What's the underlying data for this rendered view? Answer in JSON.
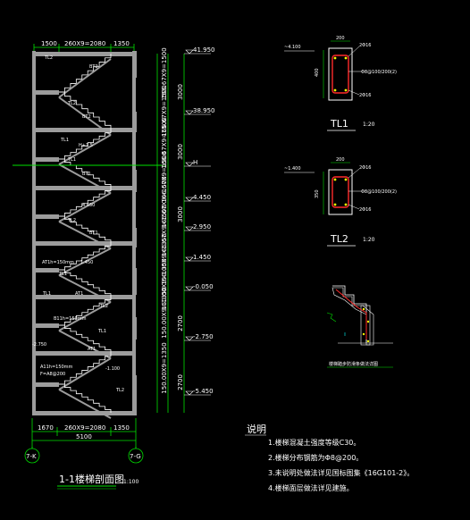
{
  "colors": {
    "background": "#000000",
    "concrete": "#9c9c9c",
    "green": "#00e000",
    "yellow": "#ffff00",
    "red": "#ff2a2a",
    "white": "#ffffff",
    "cyan": "#00ffff"
  },
  "section": {
    "top_dims": [
      "1500",
      "260X9=2080",
      "1350"
    ],
    "bottom_dims": [
      "1670",
      "260X9=2080",
      "1350"
    ],
    "total_dim": "5100",
    "axes": [
      "7-K",
      "7-G"
    ],
    "title": "1-1楼梯剖面图",
    "scale": "1:100",
    "elevations": [
      "41.950",
      "38.950",
      "H",
      "4.450",
      "2.950",
      "1.450",
      "-0.050",
      "-2.750",
      "-5.450"
    ],
    "left_labels": [
      "H+1.5",
      "4.450",
      "1.450",
      "-1.100",
      "-2.750"
    ],
    "right_dims": [
      "3000",
      "166.67X9=1500",
      "166.67X9=1500",
      "3000",
      "166.67X9=1500",
      "166.67X9=1500",
      "3000",
      "166.67X9=1500",
      "166.67X9=1500",
      "2700",
      "150.00X9=1350",
      "150.00X9=1350",
      "2700",
      "150.00X9=1350",
      "150.00X9=1350"
    ],
    "tags": [
      "TL2",
      "TL2",
      "TL1",
      "TL1",
      "TL2",
      "TL1",
      "TL2",
      "TL1",
      "TL1",
      "TL2"
    ],
    "tags_b": [
      "BT2",
      "BT2",
      "BT1",
      "BT1",
      "AT1",
      "AT1"
    ],
    "slab_notes": [
      "AT1h=150mm",
      "B11h=150mm",
      "A11h=150mm",
      "F=A8@200"
    ]
  },
  "tl1": {
    "title": "TL1",
    "scale": "1:20",
    "level": "~4.100",
    "width": "200",
    "depth": "400",
    "top_bar": "2Φ16",
    "stirrup": "Φ8@100/200(2)",
    "bottom_bar": "2Φ16"
  },
  "tl2": {
    "title": "TL2",
    "scale": "1:20",
    "level": "~1.400",
    "width": "200",
    "depth": "350",
    "top_bar": "2Φ16",
    "stirrup": "Φ8@100/200(2)",
    "bottom_bar": "2Φ16"
  },
  "detail": {
    "caption": "楼梯踏步防滑条做法详图"
  },
  "notes": {
    "heading": "说明",
    "items": [
      "1.楼梯混凝土强度等级C30。",
      "2.楼梯分布钢筋为Φ8@200。",
      "3.未说明处做法详见国标图集《16G101-2》。",
      "4.楼梯面层做法详见建施。"
    ]
  }
}
